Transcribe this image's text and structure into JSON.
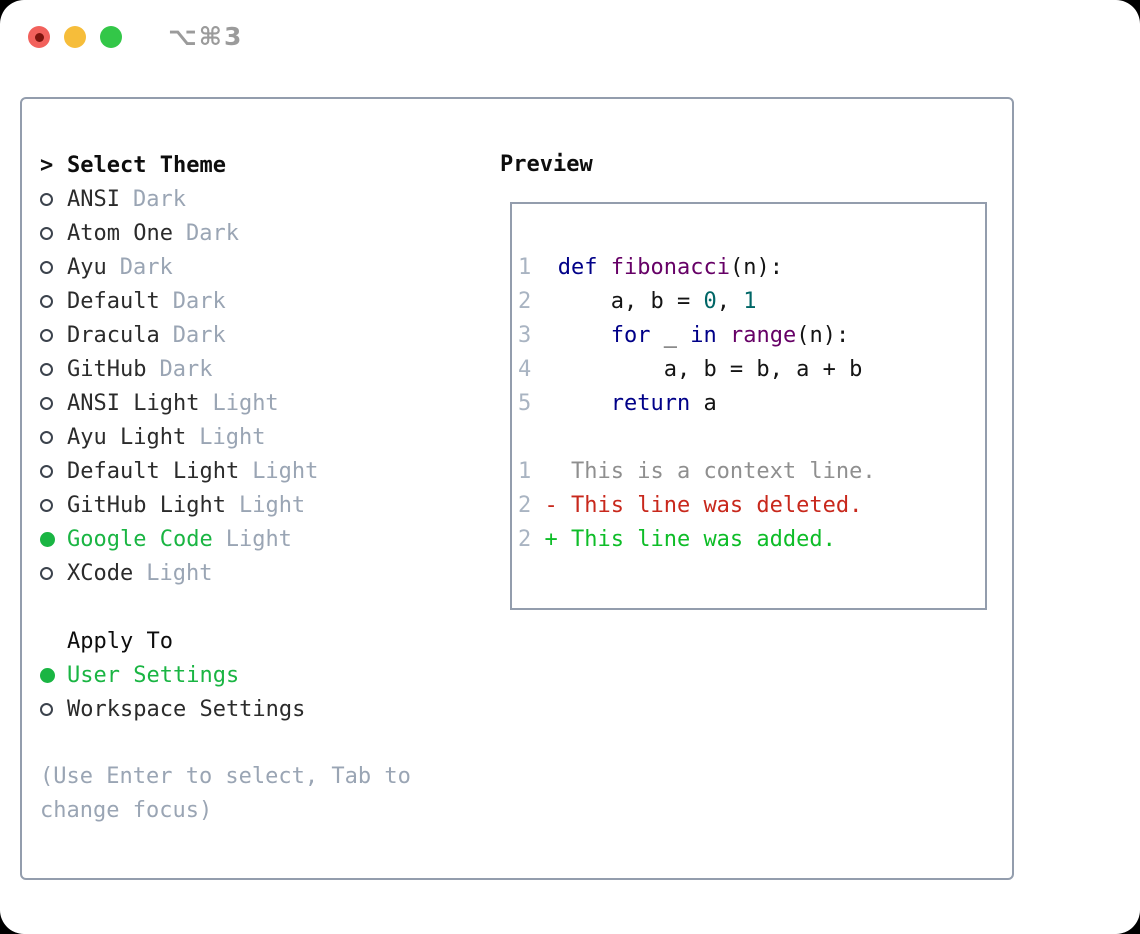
{
  "window": {
    "title": "⌥⌘3",
    "traffic_lights": [
      "close",
      "minimize",
      "zoom"
    ]
  },
  "colors": {
    "keyword": "#000088",
    "function": "#660066",
    "number": "#006666",
    "plain": "#141414",
    "context": "#8f8f8f",
    "deleted": "#c8281c",
    "added": "#0ebd28",
    "line_number": "#a9b4c2",
    "selection": "#1ab543",
    "muted": "#9aa5b4",
    "text": "#2b2b2b",
    "panel_border": "#939dad",
    "titlebar_text": "#9b9b9b",
    "light_red": "#f2615c",
    "light_yellow": "#f6bd3a",
    "light_green": "#33c748"
  },
  "theme_panel": {
    "cursor": ">",
    "header": "Select Theme",
    "items": [
      {
        "name": "ANSI",
        "variant": "Dark",
        "selected": false
      },
      {
        "name": "Atom One",
        "variant": "Dark",
        "selected": false
      },
      {
        "name": "Ayu",
        "variant": "Dark",
        "selected": false
      },
      {
        "name": "Default",
        "variant": "Dark",
        "selected": false
      },
      {
        "name": "Dracula",
        "variant": "Dark",
        "selected": false
      },
      {
        "name": "GitHub",
        "variant": "Dark",
        "selected": false
      },
      {
        "name": "ANSI Light",
        "variant": "Light",
        "selected": false
      },
      {
        "name": "Ayu Light",
        "variant": "Light",
        "selected": false
      },
      {
        "name": "Default Light",
        "variant": "Light",
        "selected": false
      },
      {
        "name": "GitHub Light",
        "variant": "Light",
        "selected": false
      },
      {
        "name": "Google Code",
        "variant": "Light",
        "selected": true
      },
      {
        "name": "XCode",
        "variant": "Light",
        "selected": false
      }
    ],
    "apply_to": {
      "header": "Apply To",
      "options": [
        {
          "name": "User Settings",
          "selected": true
        },
        {
          "name": "Workspace Settings",
          "selected": false
        }
      ]
    },
    "help_text": "(Use Enter to select, Tab to change focus)"
  },
  "preview": {
    "header": "Preview",
    "lines": [
      {
        "num": "1",
        "sep": "  ",
        "tokens": [
          {
            "text": "def",
            "style": "keyword"
          },
          {
            "text": " ",
            "style": "plain"
          },
          {
            "text": "fibonacci",
            "style": "function"
          },
          {
            "text": "(n):",
            "style": "plain"
          }
        ]
      },
      {
        "num": "2",
        "sep": "  ",
        "tokens": [
          {
            "text": "    a, b = ",
            "style": "plain"
          },
          {
            "text": "0",
            "style": "number"
          },
          {
            "text": ", ",
            "style": "plain"
          },
          {
            "text": "1",
            "style": "number"
          }
        ]
      },
      {
        "num": "3",
        "sep": "  ",
        "tokens": [
          {
            "text": "    ",
            "style": "plain"
          },
          {
            "text": "for",
            "style": "keyword"
          },
          {
            "text": " _ ",
            "style": "plain"
          },
          {
            "text": "in",
            "style": "keyword"
          },
          {
            "text": " ",
            "style": "plain"
          },
          {
            "text": "range",
            "style": "function"
          },
          {
            "text": "(n):",
            "style": "plain"
          }
        ]
      },
      {
        "num": "4",
        "sep": "  ",
        "tokens": [
          {
            "text": "        a, b = b, a + b",
            "style": "plain"
          }
        ]
      },
      {
        "num": "5",
        "sep": "  ",
        "tokens": [
          {
            "text": "    ",
            "style": "plain"
          },
          {
            "text": "return",
            "style": "keyword"
          },
          {
            "text": " a",
            "style": "plain"
          }
        ]
      },
      {
        "blank": true
      },
      {
        "num": "1",
        "sep": " ",
        "tokens": [
          {
            "text": "  This is a context line.",
            "style": "context"
          }
        ]
      },
      {
        "num": "2",
        "sep": " ",
        "tokens": [
          {
            "text": "- This line was deleted.",
            "style": "deleted"
          }
        ]
      },
      {
        "num": "2",
        "sep": " ",
        "tokens": [
          {
            "text": "+ This line was added.",
            "style": "added"
          }
        ]
      }
    ]
  }
}
